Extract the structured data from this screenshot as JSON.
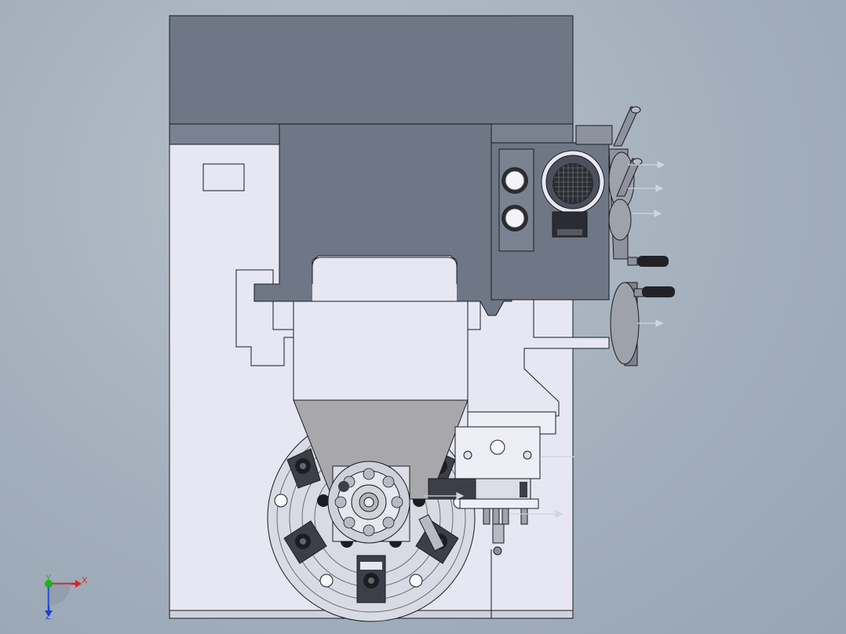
{
  "viewport": {
    "background_top": "#b9c2cc",
    "background_bottom": "#97a5b4"
  },
  "model": {
    "colors": {
      "dark_steel": "#6f7786",
      "housing": "#e6e7f2",
      "housing_edge": "#1b1b22",
      "cone": "#a8a8ac",
      "chuck_face": "#d8dbe4",
      "jaw": "#2a2c33",
      "handle_black": "#222226",
      "wheel": "#8e929c"
    }
  },
  "triad": {
    "x_label": "X",
    "y_label": "Y",
    "z_label": "Z",
    "x_color": "#e02020",
    "y_color": "#20b020",
    "z_color": "#2040d0"
  }
}
